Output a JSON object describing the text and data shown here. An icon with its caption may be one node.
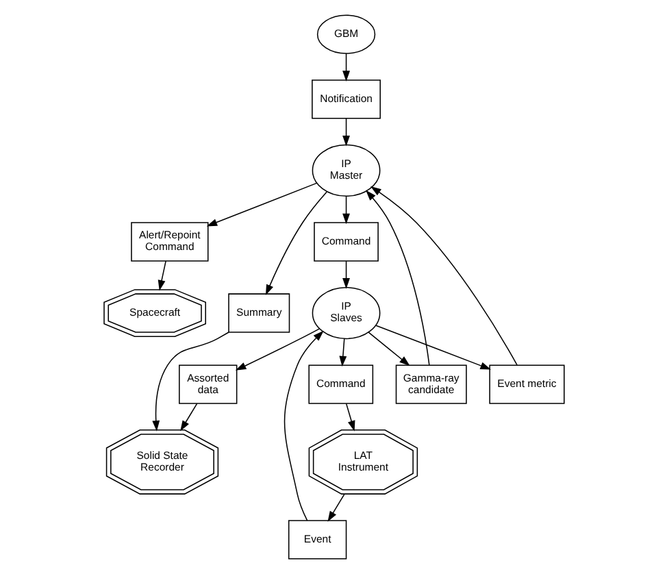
{
  "diagram": {
    "nodes": [
      {
        "text": [
          "GBM"
        ]
      },
      {
        "text": [
          "Notification"
        ]
      },
      {
        "text": [
          "IP Master"
        ]
      },
      {
        "text": [
          "Alert/Repoint Command"
        ]
      },
      {
        "text": [
          "Spacecraft"
        ]
      },
      {
        "text": [
          "Summary"
        ]
      },
      {
        "text": [
          "Command"
        ]
      },
      {
        "text": [
          "LAT Instrument"
        ]
      },
      {
        "text": [
          "Command"
        ]
      },
      {
        "text": [
          "Event"
        ]
      },
      {
        "text": [
          "Gamma-ray candidate"
        ]
      },
      {
        "text": [
          "IP Slaves"
        ]
      },
      {
        "text": [
          "Event metric"
        ]
      },
      {
        "text": [
          "Assorted data"
        ]
      },
      {
        "text": [
          "Solid State Recorder"
        ]
      }
    ],
    "edges": [
      {
        "from": 0,
        "to": 1,
        "arrow": "to"
      },
      {
        "from": 1,
        "to": 2,
        "arrow": "to"
      },
      {
        "from": 2,
        "to": 5,
        "arrow": "to"
      },
      {
        "from": 2,
        "to": 8,
        "arrow": "to"
      },
      {
        "from": 2,
        "to": 3,
        "arrow": "to"
      },
      {
        "from": 3,
        "to": 4,
        "arrow": "to"
      },
      {
        "from": 6,
        "to": 7,
        "arrow": "to"
      },
      {
        "from": 7,
        "to": 9,
        "arrow": "to"
      },
      {
        "from": 9,
        "to": 11,
        "arrow": "to"
      },
      {
        "from": 11,
        "to": 6,
        "arrow": "to"
      },
      {
        "from": 8,
        "to": 11,
        "arrow": "to"
      },
      {
        "from": 11,
        "to": 10,
        "arrow": "to"
      },
      {
        "from": 10,
        "to": 2,
        "arrow": "to"
      },
      {
        "from": 12,
        "to": 2,
        "arrow": "to"
      },
      {
        "from": 11,
        "to": 12,
        "arrow": "to"
      },
      {
        "from": 11,
        "to": 13,
        "arrow": "to"
      },
      {
        "from": 5,
        "to": 14,
        "arrow": "to"
      },
      {
        "from": 13,
        "to": 14,
        "arrow": "to"
      }
    ]
  }
}
